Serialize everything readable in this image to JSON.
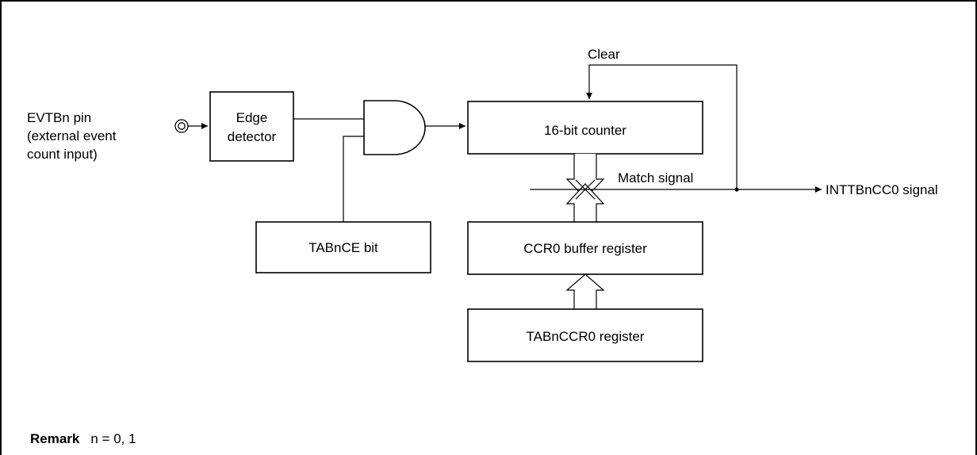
{
  "input": {
    "lines": [
      "EVTBn pin",
      "(external event",
      "count input)"
    ]
  },
  "blocks": {
    "edge_detector": [
      "Edge",
      "detector"
    ],
    "counter": "16-bit counter",
    "tabnce": "TABnCE bit",
    "ccr0_buffer": "CCR0 buffer register",
    "tabnccr0": "TABnCCR0 register"
  },
  "labels": {
    "clear": "Clear",
    "match_signal": "Match signal",
    "output": "INTTBnCC0 signal"
  },
  "remark": {
    "title": "Remark",
    "text": "n = 0, 1"
  }
}
